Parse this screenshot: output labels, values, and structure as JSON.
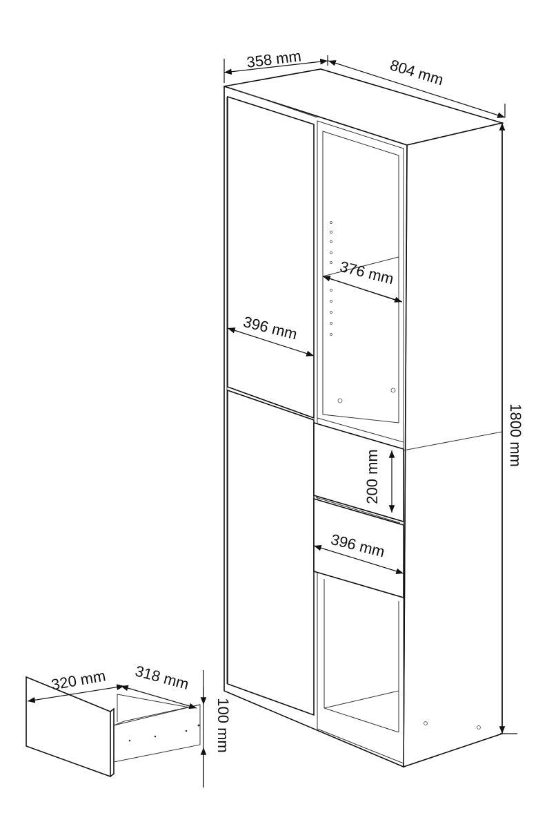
{
  "dimensions": {
    "depth": "358 mm",
    "width": "804 mm",
    "height": "1800 mm",
    "shelf_depth": "376 mm",
    "door_width": "396 mm",
    "drawer_height": "200 mm",
    "drawer_width": "396 mm",
    "drawer_box_depth": "320 mm",
    "drawer_box_width": "318 mm",
    "drawer_box_height": "100 mm"
  }
}
